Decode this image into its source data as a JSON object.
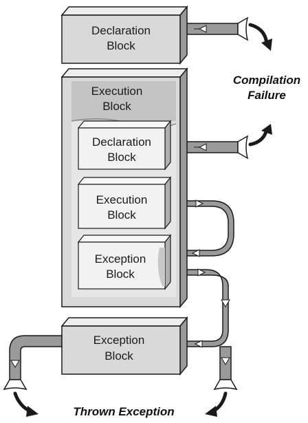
{
  "blocks": {
    "top_declaration": {
      "line1": "Declaration",
      "line2": "Block"
    },
    "outer_execution": {
      "line1": "Execution",
      "line2": "Block"
    },
    "inner_declaration": {
      "line1": "Declaration",
      "line2": "Block"
    },
    "inner_execution": {
      "line1": "Execution",
      "line2": "Block"
    },
    "inner_exception": {
      "line1": "Exception",
      "line2": "Block"
    },
    "outer_exception": {
      "line1": "Exception",
      "line2": "Block"
    }
  },
  "captions": {
    "compilation_failure": {
      "line1": "Compilation",
      "line2": "Failure"
    },
    "thrown_exception": "Thrown Exception"
  },
  "colors": {
    "block_face": "#d9d9d9",
    "block_side": "#9a9a9a",
    "block_top": "#eeeeee",
    "inner_face": "#f2f2f2",
    "pipe_fill": "#9a9a9a",
    "outline": "#1a1a1a"
  }
}
